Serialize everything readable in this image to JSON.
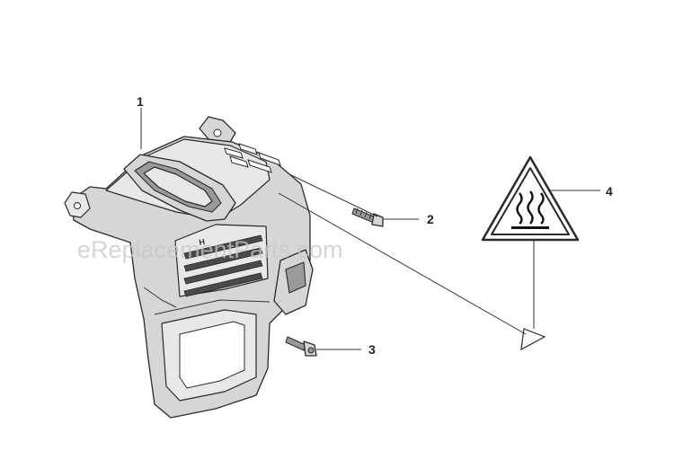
{
  "diagram": {
    "watermark": "eReplacementParts.com",
    "callouts": [
      {
        "id": "1",
        "label": "1"
      },
      {
        "id": "2",
        "label": "2"
      },
      {
        "id": "3",
        "label": "3"
      },
      {
        "id": "4",
        "label": "4"
      }
    ],
    "colors": {
      "part_fill": "#d6d6d6",
      "outline": "#2a2a2a",
      "warning_fill": "#ffffff",
      "watermark": "#c8c8c8"
    },
    "icons": {
      "hot_surface": "hot-surface-warning-icon",
      "arrow": "pointer-triangle-icon"
    }
  }
}
